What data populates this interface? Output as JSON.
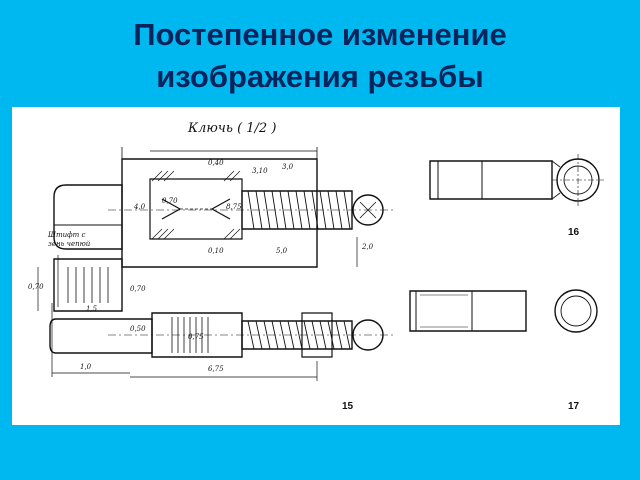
{
  "slide": {
    "title_line1": "Постепенное изменение",
    "title_line2": "изображения резьбы"
  },
  "drawing": {
    "caption": "Ключь ( 1/2 )",
    "side_note_line1": "Штифт с",
    "side_note_line2": "зень чепюй",
    "figure_numbers": [
      "15",
      "16",
      "17"
    ],
    "dimension_labels": [
      "0,40",
      "3,0",
      "3,10",
      "4,0",
      "0,70",
      "8,75",
      "0,10",
      "0,70",
      "5,0",
      "2,0",
      "0,70",
      "1,5",
      "0,50",
      "0,75",
      "1,0",
      "6,75"
    ]
  },
  "colors": {
    "background": "#00b8f0",
    "title": "#08245c",
    "panel": "#ffffff",
    "ink": "#111111"
  }
}
